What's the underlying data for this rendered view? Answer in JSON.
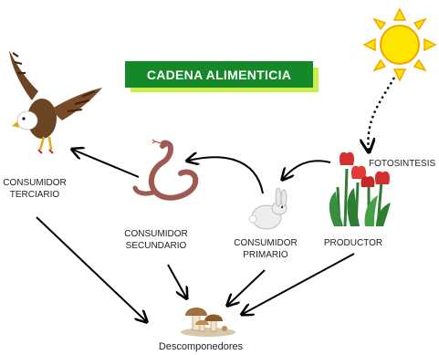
{
  "title": "CADENA ALIMENTICIA",
  "nodes": {
    "terciario": {
      "line1": "CONSUMIDOR",
      "line2": "TERCIARIO",
      "icon": "eagle-icon"
    },
    "secundario": {
      "line1": "CONSUMIDOR",
      "line2": "SECUNDARIO",
      "icon": "snake-icon"
    },
    "primario": {
      "line1": "CONSUMIDOR",
      "line2": "PRIMARIO",
      "icon": "rabbit-icon"
    },
    "productor": {
      "line1": "PRODUCTOR",
      "icon": "tulips-icon"
    },
    "descomponedores": {
      "line1": "Descomponedores",
      "icon": "mushrooms-icon"
    },
    "sol": {
      "icon": "sun-icon"
    }
  },
  "fotosintesis": "FOTOSINTESIS",
  "colors": {
    "banner": "#15892a",
    "banner_shadow": "#c9f04a",
    "sun": "#ffe600",
    "sun_outline": "#f5a300"
  }
}
